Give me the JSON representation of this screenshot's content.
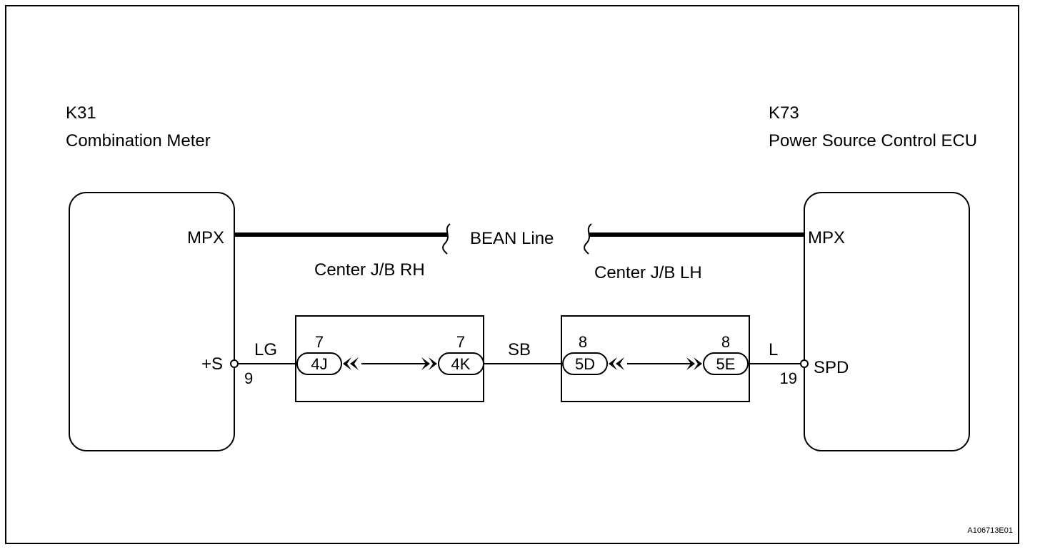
{
  "left_component": {
    "code": "K31",
    "name": "Combination Meter"
  },
  "right_component": {
    "code": "K73",
    "name": "Power Source Control ECU"
  },
  "bus": {
    "label": "BEAN Line"
  },
  "junction_boxes": {
    "rh": {
      "label": "Center J/B RH",
      "conn_in": "4J",
      "conn_out": "4K",
      "pin_in": "7",
      "pin_out": "7"
    },
    "lh": {
      "label": "Center J/B LH",
      "conn_in": "5D",
      "conn_out": "5E",
      "pin_in": "8",
      "pin_out": "8"
    }
  },
  "terminals": {
    "left_mpx": "MPX",
    "right_mpx": "MPX",
    "left_signal": "+S",
    "left_pin": "9",
    "right_signal": "SPD",
    "right_pin": "19"
  },
  "wires": {
    "w1": "LG",
    "w2": "SB",
    "w3": "L"
  },
  "figure_ref": "A106713E01"
}
